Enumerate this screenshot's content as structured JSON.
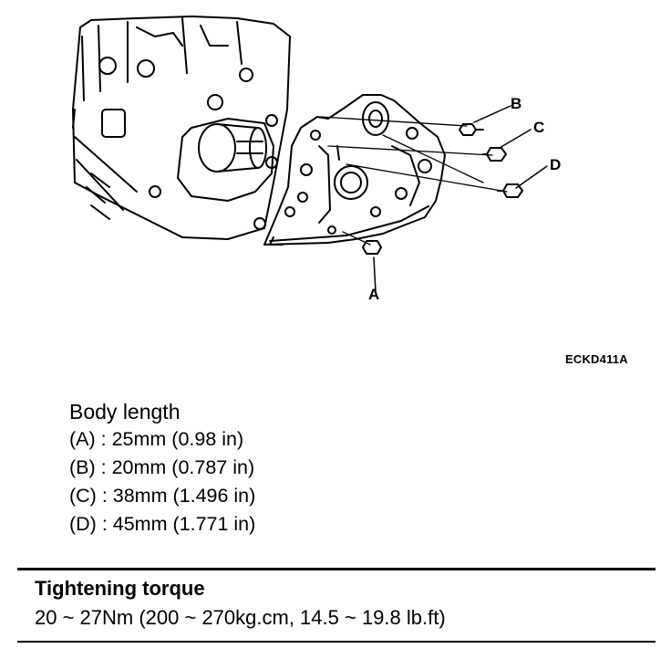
{
  "figure": {
    "code": "ECKD411A",
    "callouts": {
      "a": "A",
      "b": "B",
      "c": "C",
      "d": "D"
    }
  },
  "spec": {
    "heading": "Body length",
    "rows": [
      "(A) : 25mm (0.98 in)",
      "(B) : 20mm (0.787 in)",
      "(C) : 38mm (1.496 in)",
      "(D) : 45mm (1.771 in)"
    ]
  },
  "torque": {
    "heading": "Tightening torque",
    "value": "20 ~ 27Nm (200 ~ 270kg.cm, 14.5 ~ 19.8 lb.ft)"
  }
}
